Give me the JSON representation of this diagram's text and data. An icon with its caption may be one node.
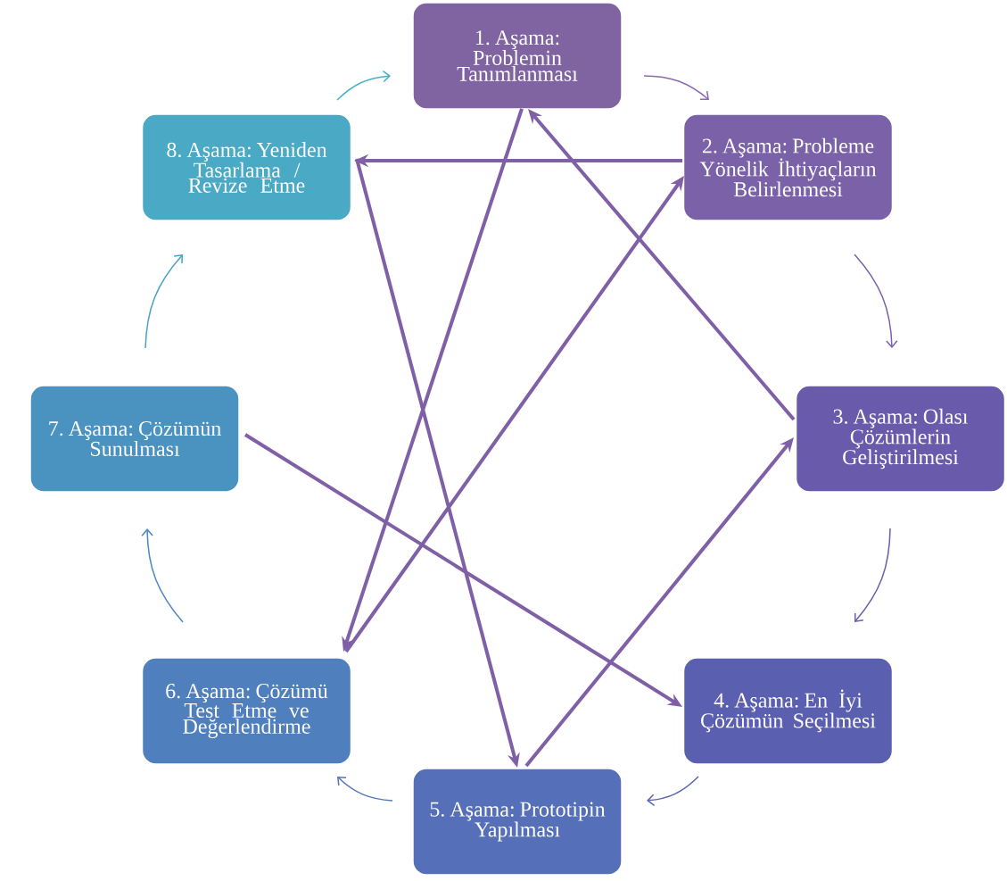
{
  "diagram": {
    "nodes": [
      {
        "text": [
          "1. Aşama: Problemin Tanımlanması"
        ]
      },
      {
        "text": [
          "2. Aşama: Probleme Yönelik İhtiyaçların Belirlenmesi"
        ]
      },
      {
        "text": [
          "3. Aşama: Olası Çözümlerin Geliştirilmesi"
        ]
      },
      {
        "text": [
          "4. Aşama: En İyi Çözümün Seçilmesi"
        ]
      },
      {
        "text": [
          "5. Aşama: Prototipin Yapılması"
        ]
      },
      {
        "text": [
          "6. Aşama: Çözümü Test Etme ve Değerlendirme"
        ]
      },
      {
        "text": [
          "7. Aşama: Çözümün Sunulması"
        ]
      },
      {
        "text": [
          "8. Aşama: Yeniden Tasarlama / Revize Etme"
        ]
      }
    ],
    "edges": [
      {
        "from": 0,
        "to": 1,
        "arrow": "to",
        "color": "#8a6ab0"
      },
      {
        "from": 1,
        "to": 2,
        "arrow": "to",
        "color": "#7a62aa"
      },
      {
        "from": 2,
        "to": 3,
        "arrow": "to",
        "color": "#6a5cae"
      },
      {
        "from": 3,
        "to": 4,
        "arrow": "to",
        "color": "#5c63b3"
      },
      {
        "from": 4,
        "to": 5,
        "arrow": "to",
        "color": "#5575ba"
      },
      {
        "from": 5,
        "to": 6,
        "arrow": "to",
        "color": "#4d88c0"
      },
      {
        "from": 6,
        "to": 7,
        "arrow": "to",
        "color": "#48a0c6"
      },
      {
        "from": 7,
        "to": 0,
        "arrow": "to",
        "color": "#46afc9"
      },
      {
        "from": 1,
        "to": 7,
        "arrow": "to",
        "style": "thick"
      },
      {
        "from": 0,
        "to": 5,
        "arrow": "to",
        "style": "thick"
      },
      {
        "from": 7,
        "to": 4,
        "arrow": "to",
        "style": "thick"
      },
      {
        "from": 5,
        "to": 1,
        "arrow": "to",
        "style": "thick"
      },
      {
        "from": 2,
        "to": 0,
        "arrow": "to",
        "style": "thick"
      },
      {
        "from": 4,
        "to": 2,
        "arrow": "to",
        "style": "thick"
      },
      {
        "from": 6,
        "to": 3,
        "arrow": "to",
        "style": "thick"
      }
    ]
  }
}
